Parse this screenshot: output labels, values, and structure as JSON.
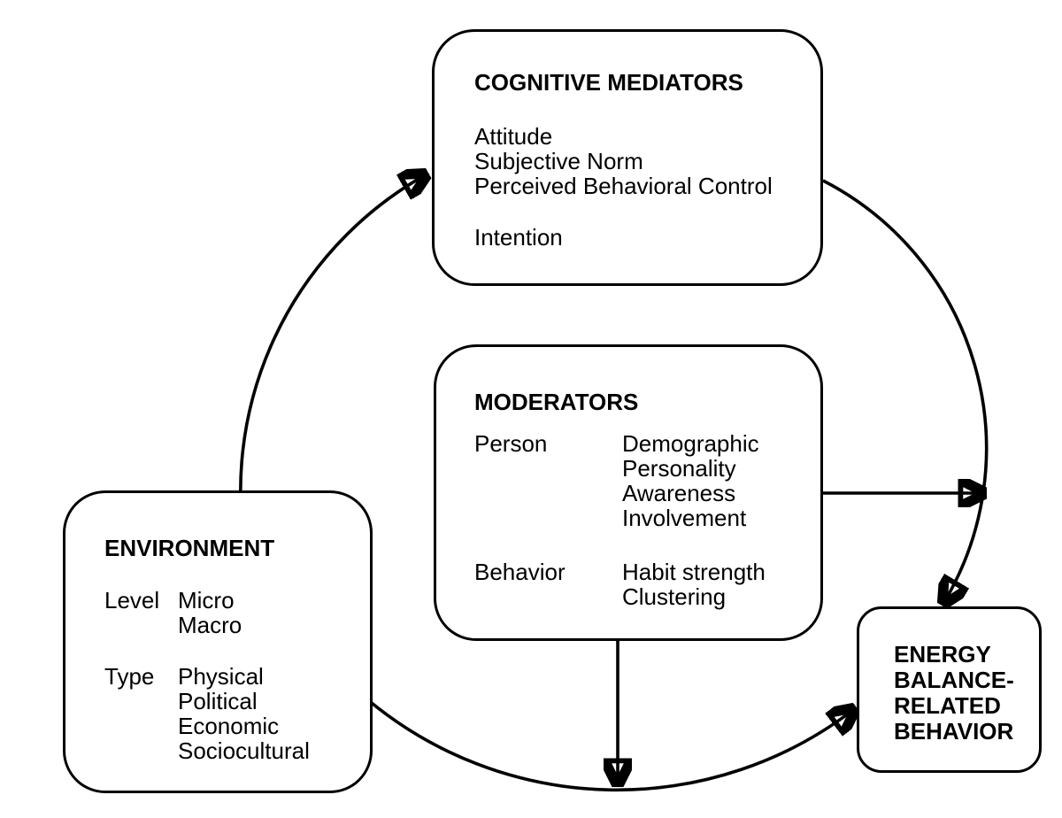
{
  "page": {
    "background": "#ffffff",
    "line_color": "#000000",
    "text_color": "#000000"
  },
  "boxes": {
    "cognitive_mediators": {
      "title": "COGNITIVE MEDIATORS",
      "items": [
        "Attitude",
        "Subjective Norm",
        "Perceived Behavioral Control"
      ],
      "outcome": "Intention"
    },
    "moderators": {
      "title": "MODERATORS",
      "groups": [
        {
          "label": "Person",
          "items": [
            "Demographic",
            "Personality",
            "Awareness",
            "Involvement"
          ]
        },
        {
          "label": "Behavior",
          "items": [
            "Habit strength",
            "Clustering"
          ]
        }
      ]
    },
    "environment": {
      "title": "ENVIRONMENT",
      "groups": [
        {
          "label": "Level",
          "items": [
            "Micro",
            "Macro"
          ]
        },
        {
          "label": "Type",
          "items": [
            "Physical",
            "Political",
            "Economic",
            "Sociocultural"
          ]
        }
      ]
    },
    "energy_balance_related_behavior": {
      "title_lines": [
        "ENERGY",
        "BALANCE-",
        "RELATED",
        "BEHAVIOR"
      ]
    }
  },
  "arrows": [
    {
      "name": "environment-to-cognitive-mediators",
      "from": "ENVIRONMENT",
      "to": "COGNITIVE MEDIATORS",
      "style": "curved"
    },
    {
      "name": "cognitive-mediators-to-energy-balance-related-behavior",
      "from": "COGNITIVE MEDIATORS",
      "to": "ENERGY BALANCE-RELATED BEHAVIOR",
      "style": "curved"
    },
    {
      "name": "environment-to-energy-balance-related-behavior",
      "from": "ENVIRONMENT",
      "to": "ENERGY BALANCE-RELATED BEHAVIOR",
      "style": "curved"
    },
    {
      "name": "moderators-to-mediation-path",
      "from": "MODERATORS",
      "to": "cognitive-to-behavior path",
      "style": "straight"
    },
    {
      "name": "moderators-to-environment-path",
      "from": "MODERATORS",
      "to": "environment-to-behavior path",
      "style": "straight"
    }
  ]
}
